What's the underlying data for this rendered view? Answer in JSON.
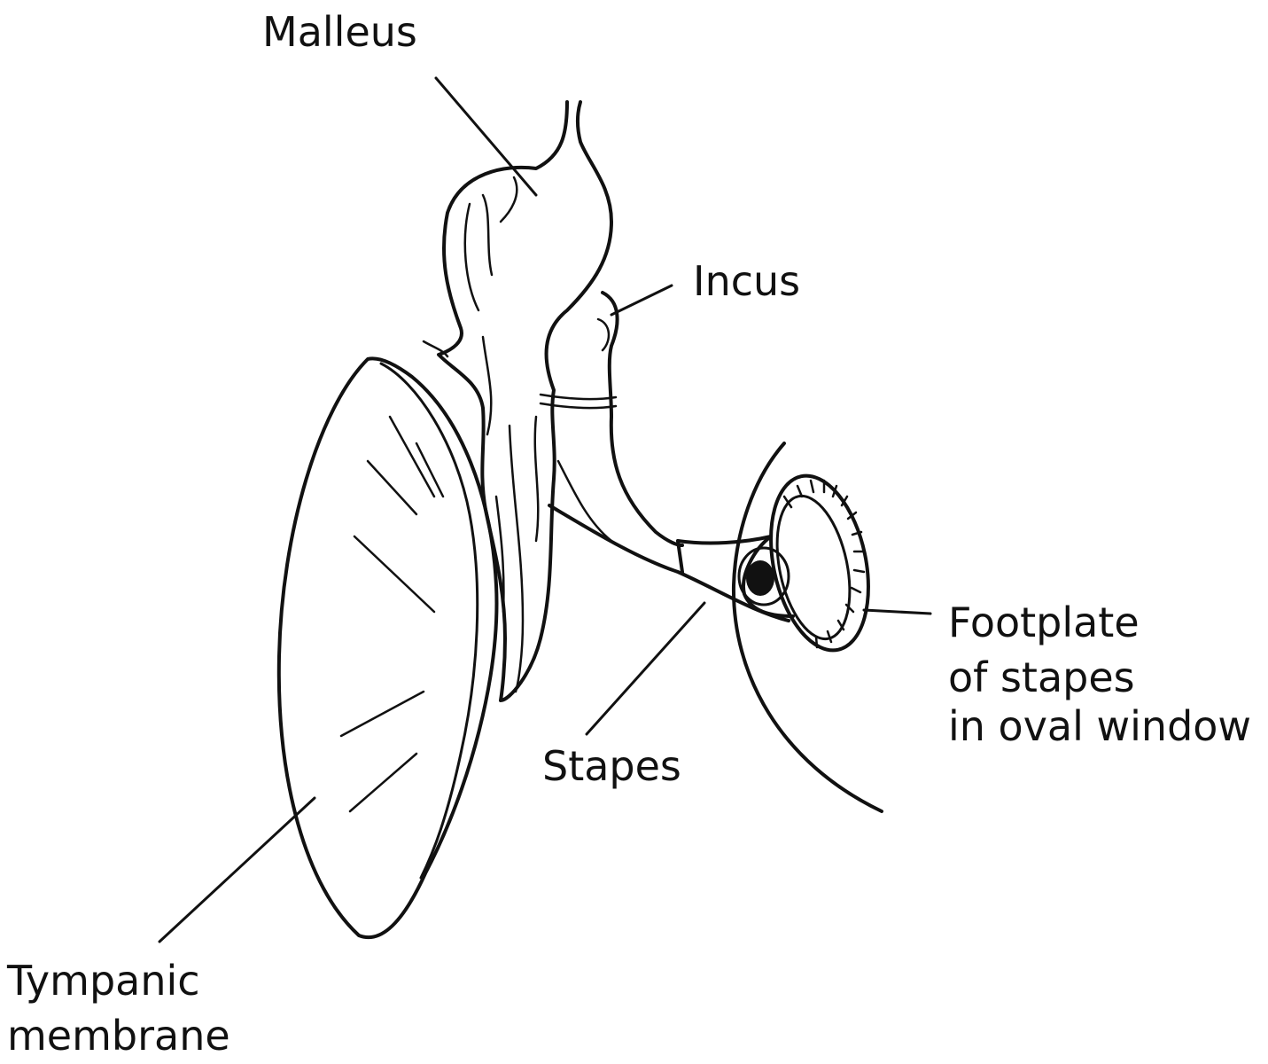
{
  "diagram": {
    "labels": {
      "malleus": "Malleus",
      "incus": "Incus",
      "footplate_line1": "Footplate",
      "footplate_line2": "of stapes",
      "footplate_line3": "in oval window",
      "stapes": "Stapes",
      "tympanic_line1": "Tympanic",
      "tympanic_line2": "membrane"
    }
  }
}
